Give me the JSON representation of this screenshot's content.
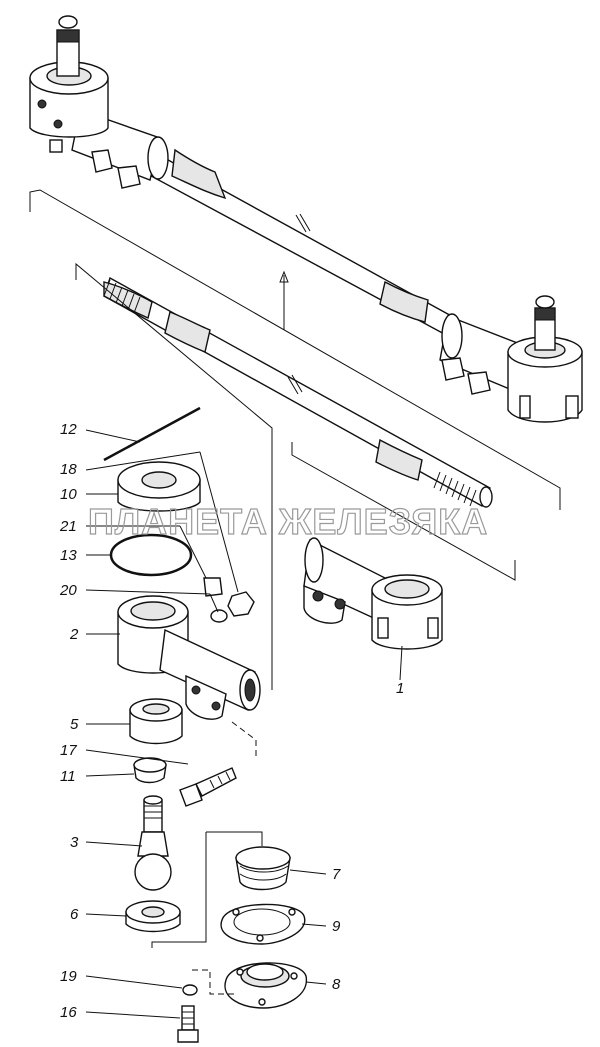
{
  "watermark": "ПЛАНЕТА ЖЕЛЕЗЯКА",
  "callouts": {
    "c1": "1",
    "c2": "2",
    "c3": "3",
    "c5": "5",
    "c6": "6",
    "c7": "7",
    "c8": "8",
    "c9": "9",
    "c10": "10",
    "c11": "11",
    "c12": "12",
    "c13": "13",
    "c16": "16",
    "c17": "17",
    "c18": "18",
    "c19": "19",
    "c20": "20",
    "c21": "21"
  }
}
